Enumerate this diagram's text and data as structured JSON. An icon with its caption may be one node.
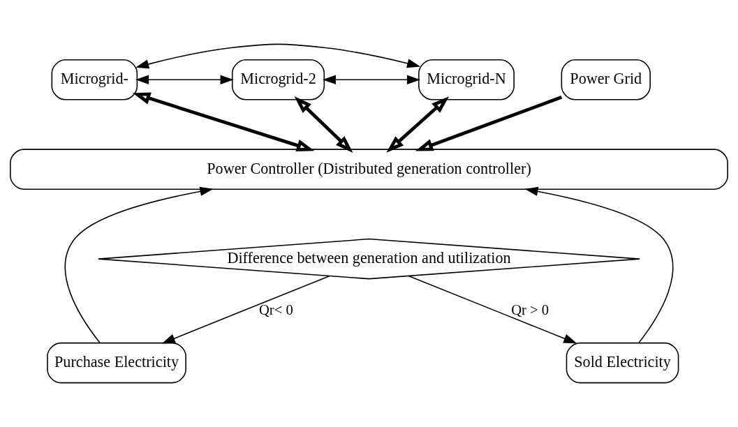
{
  "diagram": {
    "nodes": [
      {
        "text": [
          "Microgrid-"
        ]
      },
      {
        "text": [
          "Microgrid-2"
        ]
      },
      {
        "text": [
          "Microgrid-N"
        ]
      },
      {
        "text": [
          "Power Grid"
        ]
      },
      {
        "text": [
          "Power Controller (Distributed generation controller)"
        ]
      },
      {
        "text": [
          "Difference between generation and utilization"
        ]
      },
      {
        "text": [
          "Purchase Electricity"
        ]
      },
      {
        "text": [
          "Sold Electricity"
        ]
      }
    ],
    "edges": [
      {
        "from": 0,
        "to": 1,
        "arrow": "both"
      },
      {
        "from": 1,
        "to": 2,
        "arrow": "both"
      },
      {
        "from": 2,
        "to": 0,
        "arrow": "both"
      },
      {
        "from": 0,
        "to": 4,
        "arrow": "both",
        "style": "thick"
      },
      {
        "from": 1,
        "to": 4,
        "arrow": "both",
        "style": "thick"
      },
      {
        "from": 2,
        "to": 4,
        "arrow": "both",
        "style": "thick"
      },
      {
        "from": 3,
        "to": 4,
        "arrow": "to",
        "style": "thick"
      },
      {
        "from": 5,
        "to": 6,
        "arrow": "to",
        "label": "Qr< 0"
      },
      {
        "from": 5,
        "to": 7,
        "arrow": "to",
        "label": "Qr > 0"
      },
      {
        "from": 6,
        "to": 4,
        "arrow": "to"
      },
      {
        "from": 7,
        "to": 4,
        "arrow": "to"
      }
    ]
  }
}
